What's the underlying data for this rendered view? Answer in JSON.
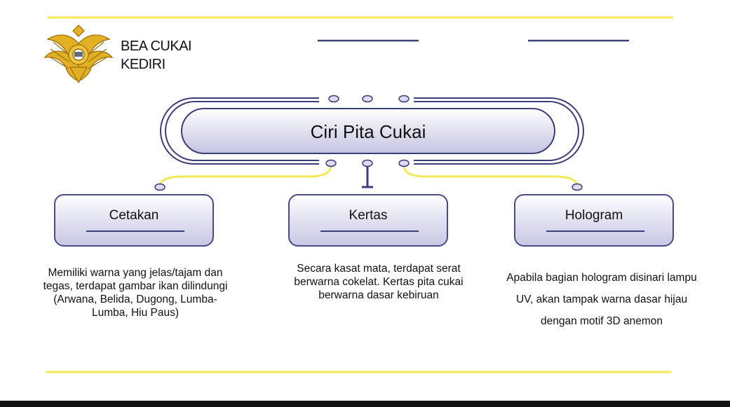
{
  "brand": {
    "line1": "BEA CUKAI",
    "line2": "KEDIRI",
    "logo_icon": "bea-cukai-emblem-icon"
  },
  "diagram": {
    "title": "Ciri Pita Cukai",
    "branches": [
      {
        "label": "Cetakan",
        "description": "Memiliki warna yang jelas/tajam dan tegas, terdapat gambar ikan dilindungi (Arwana, Belida, Dugong, Lumba-Lumba, Hiu Paus)"
      },
      {
        "label": "Kertas",
        "description": "Secara kasat mata, terdapat serat berwarna cokelat. Kertas pita cukai berwarna dasar kebiruan"
      },
      {
        "label": "Hologram",
        "description": "Apabila bagian hologram disinari lampu UV, akan tampak warna dasar hijau dengan motif 3D anemon"
      }
    ]
  },
  "colors": {
    "accent_yellow": "#f3ea55",
    "outline_navy": "#3d3d7a",
    "box_fill_bottom": "#c9c8e4",
    "logo_gold": "#e2b023"
  }
}
